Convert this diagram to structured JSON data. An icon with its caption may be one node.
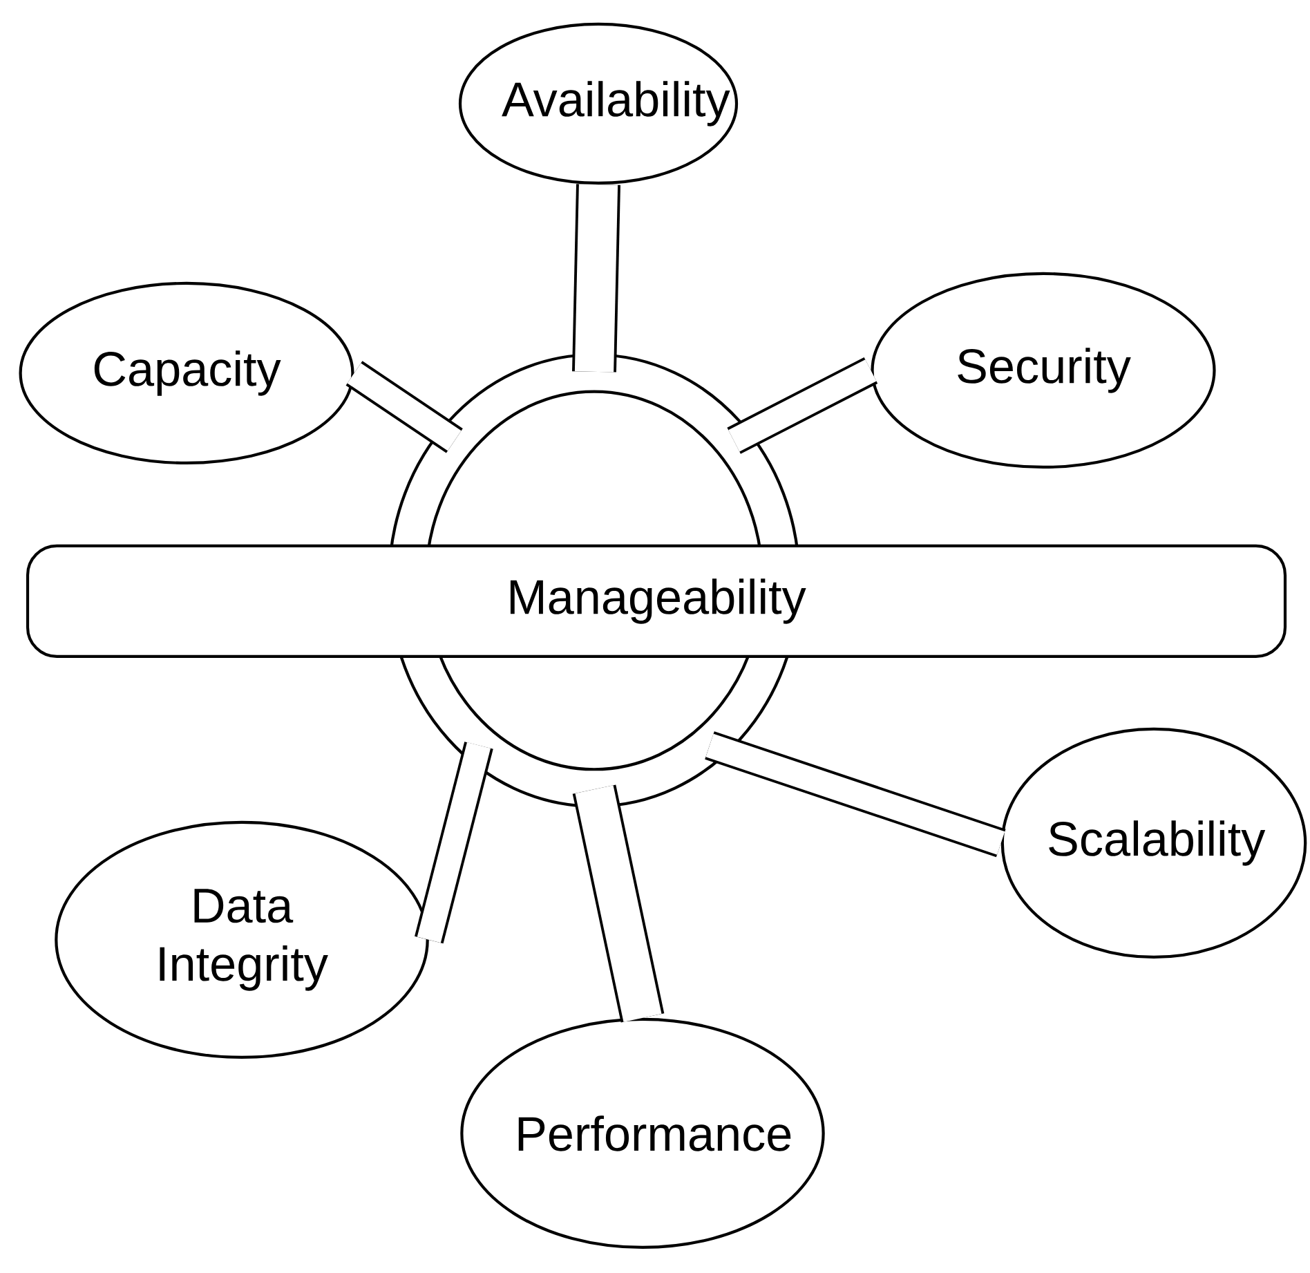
{
  "diagram": {
    "nodes": [
      {
        "text": [
          "Availability"
        ]
      },
      {
        "text": [
          "Capacity"
        ]
      },
      {
        "text": [
          "Security"
        ]
      },
      {
        "text": [],
        "shape": "circle"
      },
      {
        "text": [
          "Manageability"
        ]
      },
      {
        "text": [
          "Data Integrity"
        ]
      },
      {
        "text": [
          "Scalability"
        ]
      },
      {
        "text": [
          "Performance"
        ]
      }
    ],
    "edges": [
      {
        "from": 0,
        "to": 3,
        "arrow": "none"
      },
      {
        "from": 1,
        "to": 3,
        "arrow": "none"
      },
      {
        "from": 2,
        "to": 3,
        "arrow": "none"
      },
      {
        "from": 5,
        "to": 3,
        "arrow": "none"
      },
      {
        "from": 6,
        "to": 3,
        "arrow": "none"
      },
      {
        "from": 7,
        "to": 3,
        "arrow": "none"
      }
    ]
  }
}
